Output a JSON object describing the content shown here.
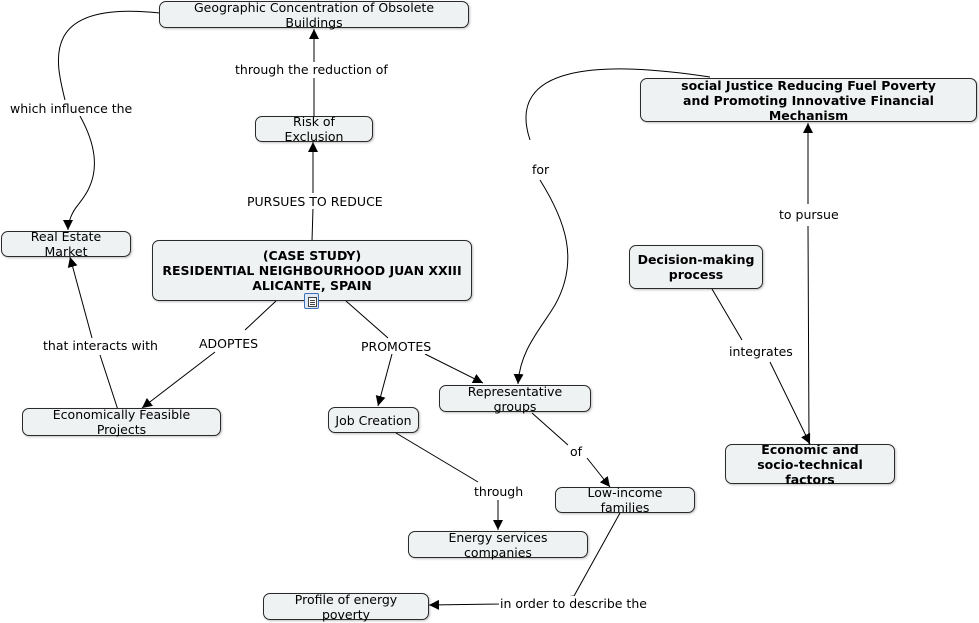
{
  "nodes": {
    "geo_concentration": "Geographic Concentration of Obsolete Buildings",
    "risk_exclusion": "Risk of Exclusion",
    "real_estate": "Real Estate Market",
    "case_study": "(CASE STUDY)\nRESIDENTIAL NEIGHBOURHOOD JUAN XXIII\nALICANTE, SPAIN",
    "econ_projects": "Economically Feasible Projects",
    "job_creation": "Job Creation",
    "rep_groups": "Representative groups",
    "low_income": "Low-income families",
    "energy_services": "Energy services companies",
    "profile_poverty": "Profile of energy poverty",
    "social_justice": "social  Justice Reducing Fuel Poverty\nand Promoting Innovative Financial Mechanism",
    "decision_making": "Decision-making\nprocess",
    "econ_factors": "Economic and\nsocio-technical factors"
  },
  "links": {
    "through_reduction": "through the reduction of",
    "which_influence": "which influence the",
    "pursues_reduce": "PURSUES TO REDUCE",
    "adoptes": "ADOPTES",
    "promotes": "PROMOTES",
    "interacts_with": "that interacts with",
    "for": "for",
    "to_pursue": "to pursue",
    "integrates": "integrates",
    "of": "of",
    "through": "through",
    "in_order": "in order to describe the"
  },
  "icons": {
    "resource": "document-icon"
  }
}
